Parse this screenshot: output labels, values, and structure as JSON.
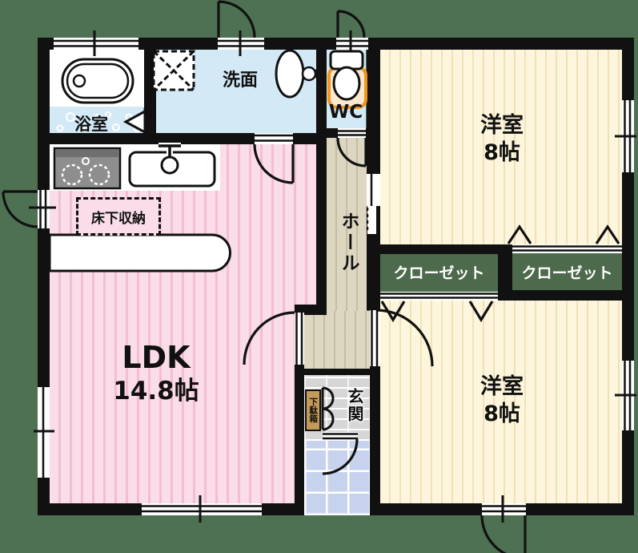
{
  "floor_plan": {
    "labels": {
      "bathroom": "浴室",
      "washroom": "洗面",
      "toilet": "WC",
      "hall": "ホール",
      "entrance": "玄関",
      "shoe_cabinet": "下駄箱",
      "underfloor_storage": "床下収納",
      "closet_left": "クローゼット",
      "closet_right": "クローゼット",
      "ldk_name": "LDK",
      "ldk_size": "14.8帖",
      "bedroom_top_name": "洋室",
      "bedroom_top_size": "8帖",
      "bedroom_bottom_name": "洋室",
      "bedroom_bottom_size": "8帖"
    },
    "colors": {
      "outside": "#4e7153",
      "wall": "#111111",
      "ldk_floor": "#fbdce9",
      "bedroom_floor": "#fdf6dc",
      "hall_floor": "#ddd7c1",
      "wet_floor": "#d3e9f6",
      "porch_floor": "#c7d3ee",
      "entrance_floor": "#d6d6d6",
      "closet": "#4d6b4c",
      "shoe_cabinet": "#c49a58",
      "toilet_mat": "#f0951d"
    }
  }
}
